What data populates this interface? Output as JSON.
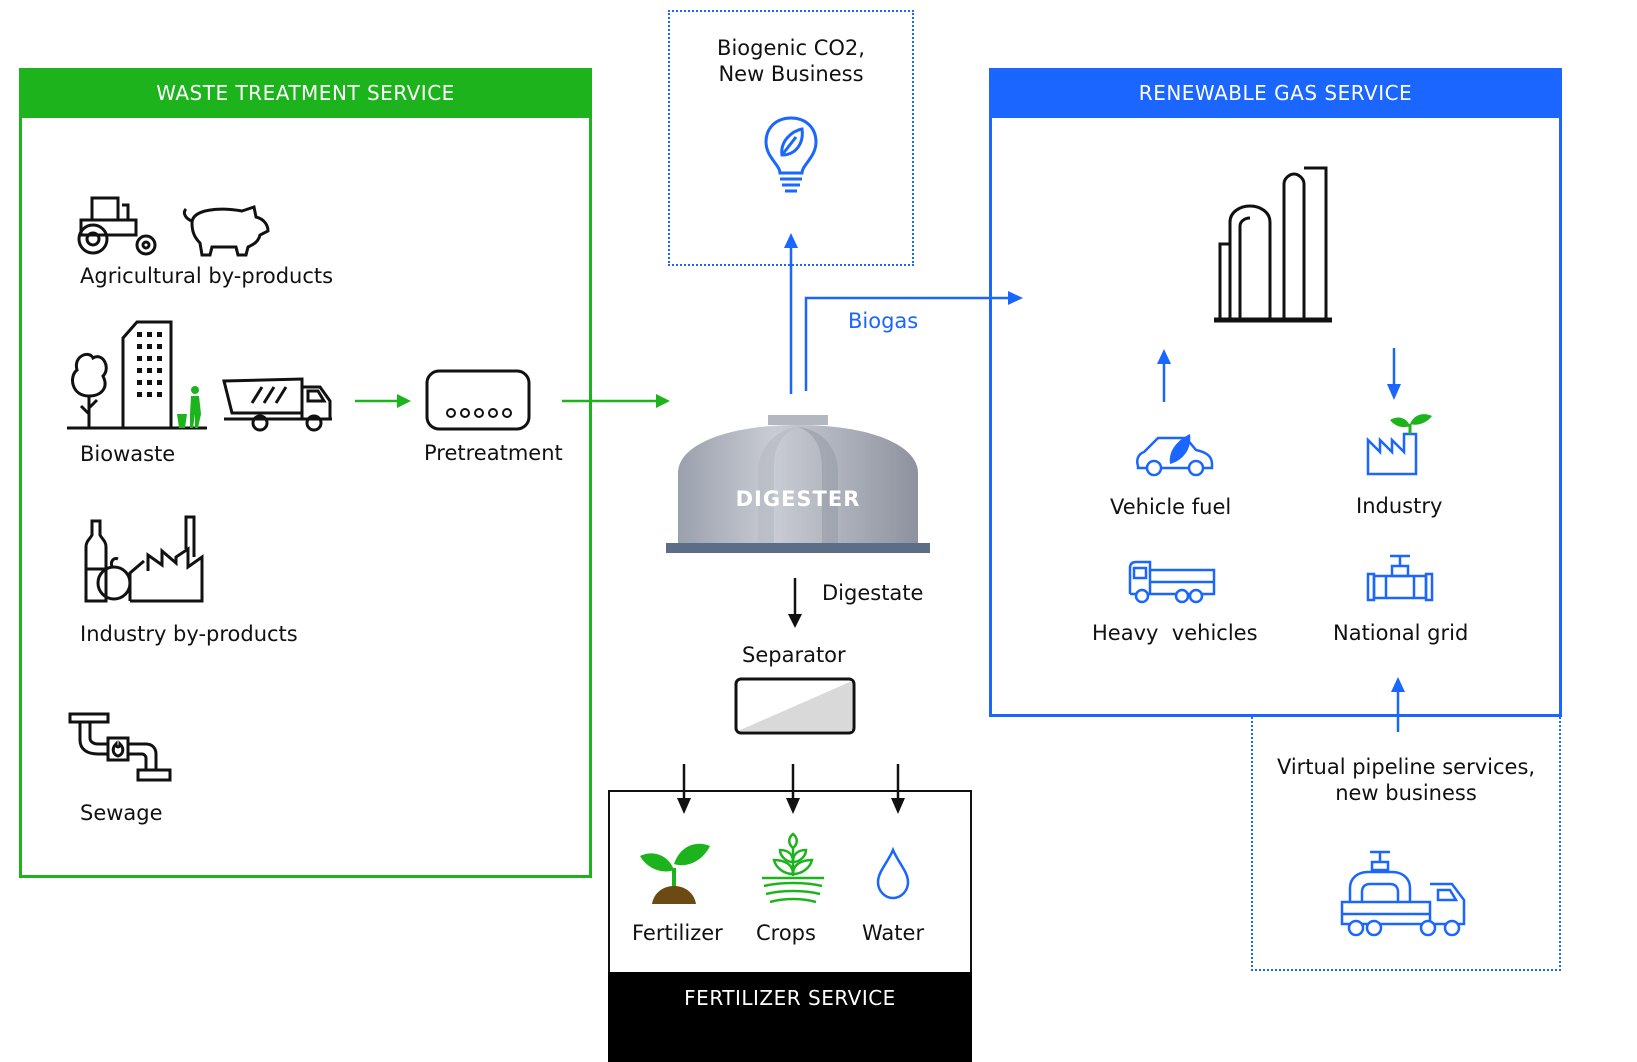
{
  "waste": {
    "title": "WASTE TREATMENT SERVICE",
    "agricultural": "Agricultural by-products",
    "biowaste": "Biowaste",
    "pretreatment": "Pretreatment",
    "industry": "Industry by-products",
    "sewage": "Sewage"
  },
  "co2": {
    "title_line1": "Biogenic CO2,",
    "title_line2": "New Business"
  },
  "digester": {
    "label": "DIGESTER",
    "biogas": "Biogas",
    "digestate": "Digestate",
    "separator": "Separator"
  },
  "fertilizer": {
    "title": "FERTILIZER SERVICE",
    "fertilizer": "Fertilizer",
    "crops": "Crops",
    "water": "Water"
  },
  "renewable": {
    "title": "RENEWABLE GAS SERVICE",
    "vehicle_fuel": "Vehicle fuel",
    "industry": "Industry",
    "heavy_vehicles": "Heavy  vehicles",
    "national_grid": "National grid"
  },
  "pipeline": {
    "line1": "Virtual pipeline services,",
    "line2": "new business"
  },
  "colors": {
    "green": "#1db31d",
    "blue": "#1a66ff",
    "black": "#000000"
  }
}
